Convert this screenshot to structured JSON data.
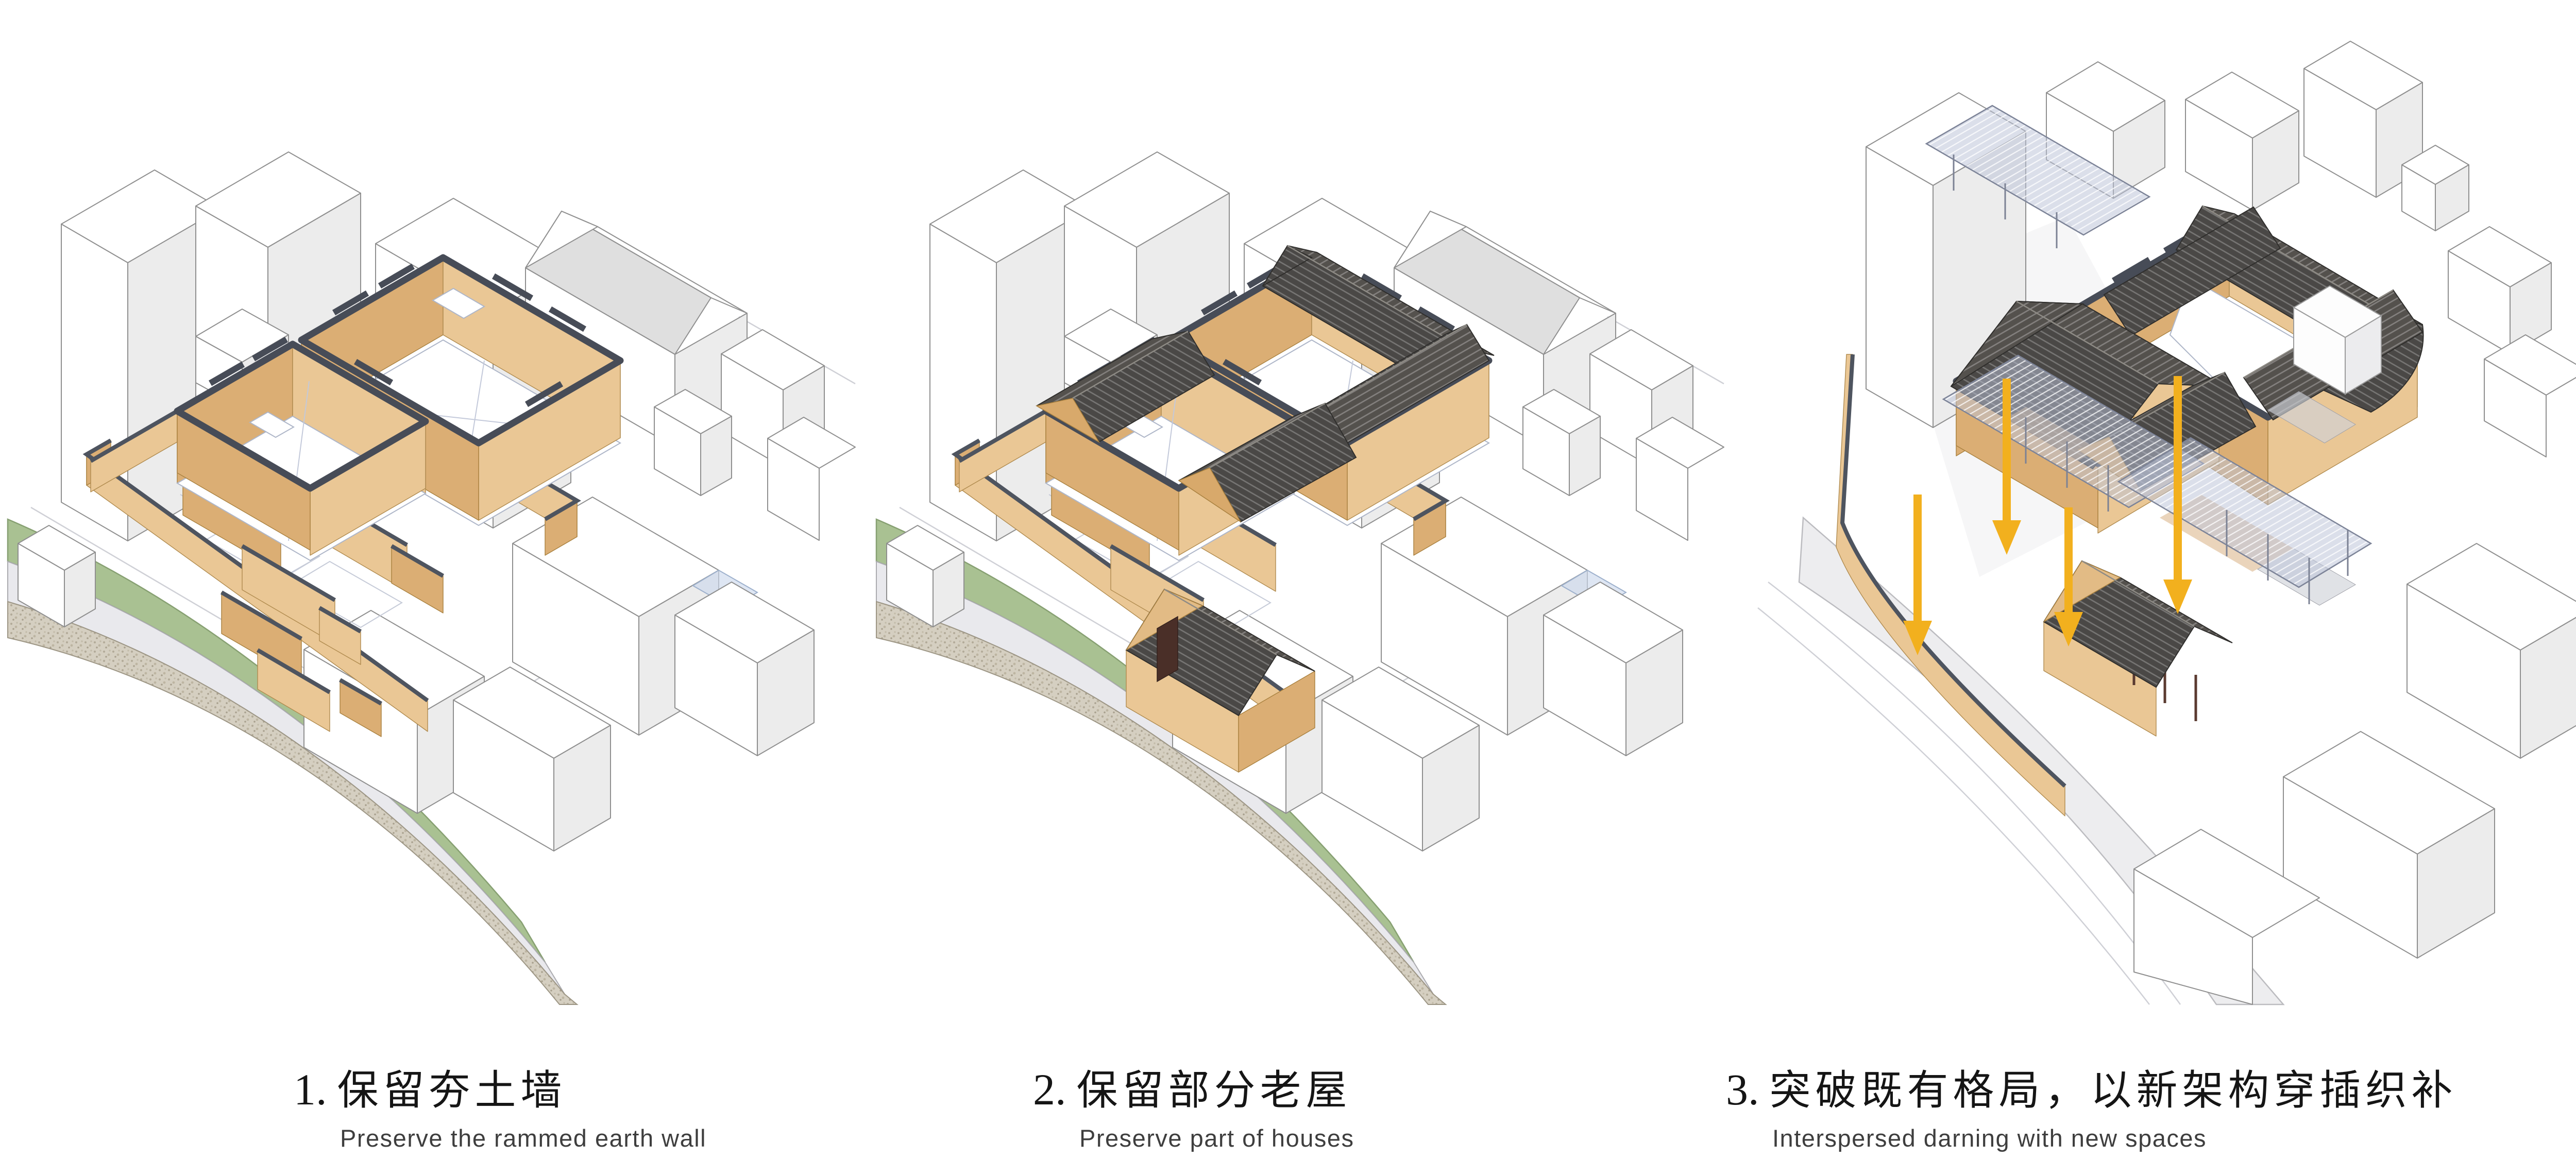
{
  "figure": {
    "type": "architectural-process-diagram",
    "background": "#ffffff",
    "panels": [
      {
        "step": "1.",
        "caption_zh": "保留夯土墙",
        "caption_en": "Preserve the rammed earth wall"
      },
      {
        "step": "2.",
        "caption_zh": "保留部分老屋",
        "caption_en": "Preserve part of houses"
      },
      {
        "step": "3.",
        "caption_zh": "突破既有格局，以新架构穿插织补",
        "caption_en": "Interspersed darning with new spaces",
        "annotation": {
          "arrow_icon": "down-arrow",
          "arrow_count": 4,
          "arrow_color": "#F2B01E"
        }
      }
    ],
    "legend_colors": {
      "rammed_earth_wall_light": "#EAC795",
      "rammed_earth_wall_shade": "#D8A96B",
      "wall_coping_dark": "#474C57",
      "old_roof_tile": "#4A4846",
      "new_structure_glass": "#B9C2D4",
      "riverside_green": "#A9C192",
      "riverside_path": "#E9E9ED",
      "riverside_pebble": "#D5CFC1",
      "context_building": "#FFFFFF",
      "context_shade": "#ECECEC",
      "arrow_yellow": "#F2B01E"
    }
  }
}
